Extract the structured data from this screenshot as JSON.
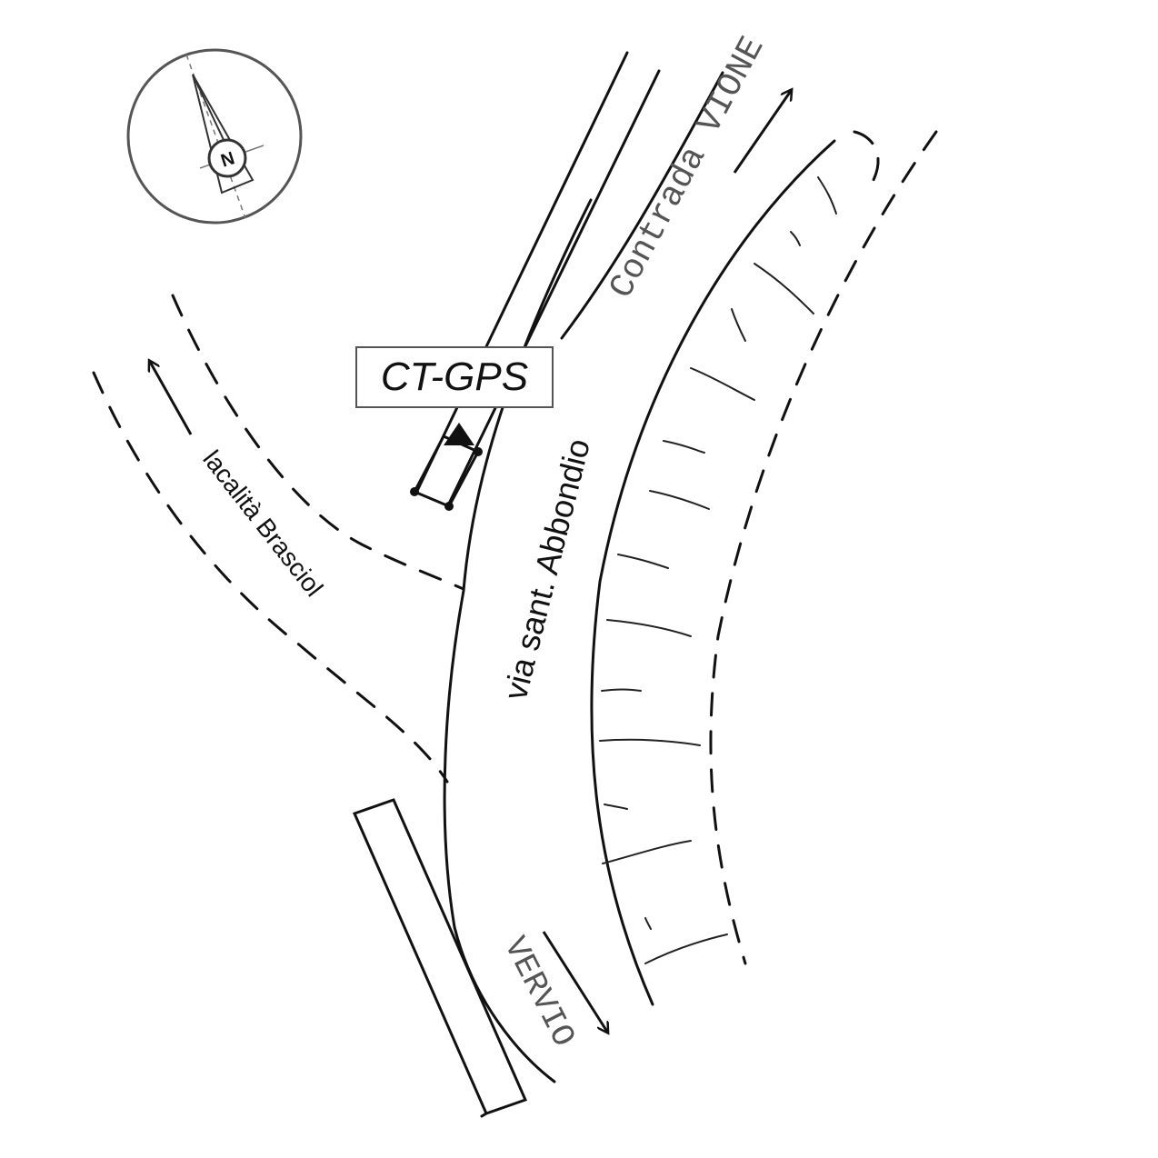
{
  "compass": {
    "north_letter": "N",
    "icon": "north-arrow-icon"
  },
  "station": {
    "label": "CT-GPS",
    "marker_icon": "triangle-marker-icon"
  },
  "roads": {
    "main_road": "via sant. Abbondio",
    "northeast_destination": "Contrada VIONE",
    "northwest_destination": "lacalità Brasciol",
    "south_destination": "VERVIO"
  },
  "colors": {
    "ink": "#111111",
    "muted_text": "#555555",
    "background": "#ffffff"
  }
}
